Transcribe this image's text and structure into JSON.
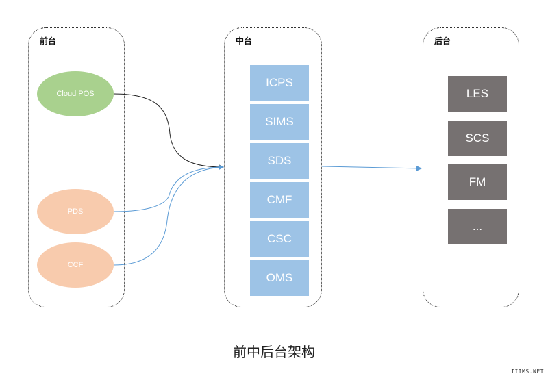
{
  "colors": {
    "panel_border": "#333333",
    "cloud_pos": "#a9d18e",
    "front_orange": "#f8cbad",
    "mid_blue": "#9dc3e6",
    "back_gray": "#767171",
    "arrow_black": "#222222",
    "arrow_blue": "#5b9bd5"
  },
  "panels": {
    "front": {
      "title": "前台",
      "nodes": [
        "Cloud POS",
        "PDS",
        "CCF"
      ]
    },
    "middle": {
      "title": "中台",
      "boxes": [
        "ICPS",
        "SIMS",
        "SDS",
        "CMF",
        "CSC",
        "OMS"
      ]
    },
    "back": {
      "title": "后台",
      "boxes": [
        "LES",
        "SCS",
        "FM",
        "..."
      ]
    }
  },
  "caption": "前中后台架构",
  "watermark": "IIIMS.NET"
}
